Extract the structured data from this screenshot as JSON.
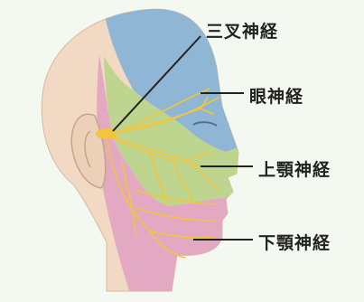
{
  "labels": {
    "trigeminal": "三叉神経",
    "ophthalmic": "眼神経",
    "maxillary": "上顎神経",
    "mandibular": "下顎神経"
  },
  "colors": {
    "background": "#f3f8f1",
    "skin": "#f1d9c4",
    "ophthalmic_region": "#8fb6d4",
    "maxillary_region": "#bdd58e",
    "mandibular_region": "#e4a9c2",
    "nerve": "#f2c53d",
    "leader_line": "#222222"
  }
}
